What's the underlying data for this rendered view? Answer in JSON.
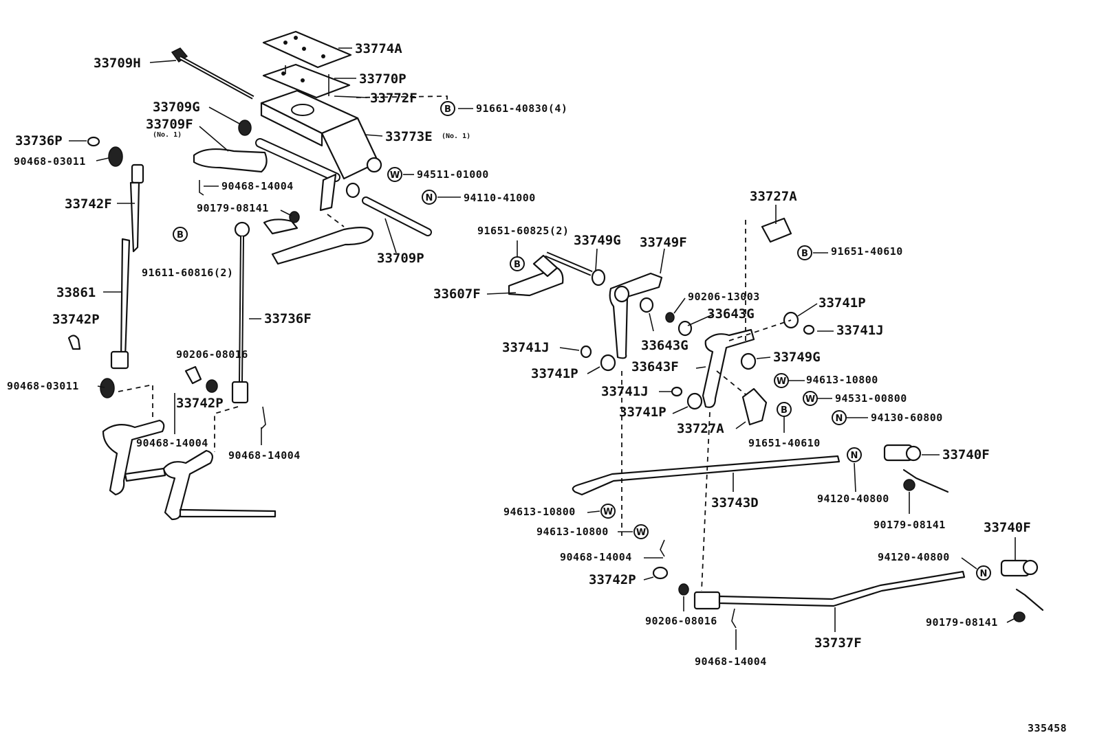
{
  "diagram": {
    "figure_number": "335458",
    "symbol_letters": {
      "bolt": "B",
      "washer": "W",
      "nut": "N"
    },
    "labels": {
      "p33774A": "33774A",
      "p33770P": "33770P",
      "p33772F": "33772F",
      "p33709H": "33709H",
      "p33709G": "33709G",
      "p33709F": "33709F",
      "p33709F_note": "(No. 1)",
      "p33773E": "33773E",
      "p33773E_note": "(No. 1)",
      "p91661_40830": "91661-40830(4)",
      "p33736P": "33736P",
      "p90468_03011_top": "90468-03011",
      "p94511_01000": "94511-01000",
      "p90468_14004_a": "90468-14004",
      "p94110_41000": "94110-41000",
      "p33742F": "33742F",
      "p90179_08141_a": "90179-08141",
      "p33709P": "33709P",
      "p91611_60816": "91611-60816(2)",
      "p33861": "33861",
      "p33742P_a": "33742P",
      "p33736F": "33736F",
      "p90206_08016_a": "90206-08016",
      "p90468_03011_bot": "90468-03011",
      "p33742P_b": "33742P",
      "p90468_14004_b": "90468-14004",
      "p90468_14004_c": "90468-14004",
      "p33727A_top": "33727A",
      "p91651_60825": "91651-60825(2)",
      "p33749G_a": "33749G",
      "p33749F": "33749F",
      "p91651_40610_a": "91651-40610",
      "p33607F": "33607F",
      "p90206_13003": "90206-13003",
      "p33741P_a": "33741P",
      "p33643G_a": "33643G",
      "p33741J_a": "33741J",
      "p33643G_b": "33643G",
      "p33741J_b": "33741J",
      "p33749G_b": "33749G",
      "p33643F": "33643F",
      "p33741P_b": "33741P",
      "p94613_10800_a": "94613-10800",
      "p33741J_c": "33741J",
      "p94531_00800": "94531-00800",
      "p33741P_c": "33741P",
      "p94130_60800": "94130-60800",
      "p33727A_bot": "33727A",
      "p91651_40610_b": "91651-40610",
      "p33740F_a": "33740F",
      "p94120_40800_a": "94120-40800",
      "p33743D": "33743D",
      "p94613_10800_b": "94613-10800",
      "p94613_10800_c": "94613-10800",
      "p90179_08141_b": "90179-08141",
      "p33740F_b": "33740F",
      "p94120_40800_b": "94120-40800",
      "p90468_14004_d": "90468-14004",
      "p33742P_c": "33742P",
      "p90179_08141_c": "90179-08141",
      "p90206_08016_b": "90206-08016",
      "p33737F": "33737F",
      "p90468_14004_e": "90468-14004"
    }
  }
}
